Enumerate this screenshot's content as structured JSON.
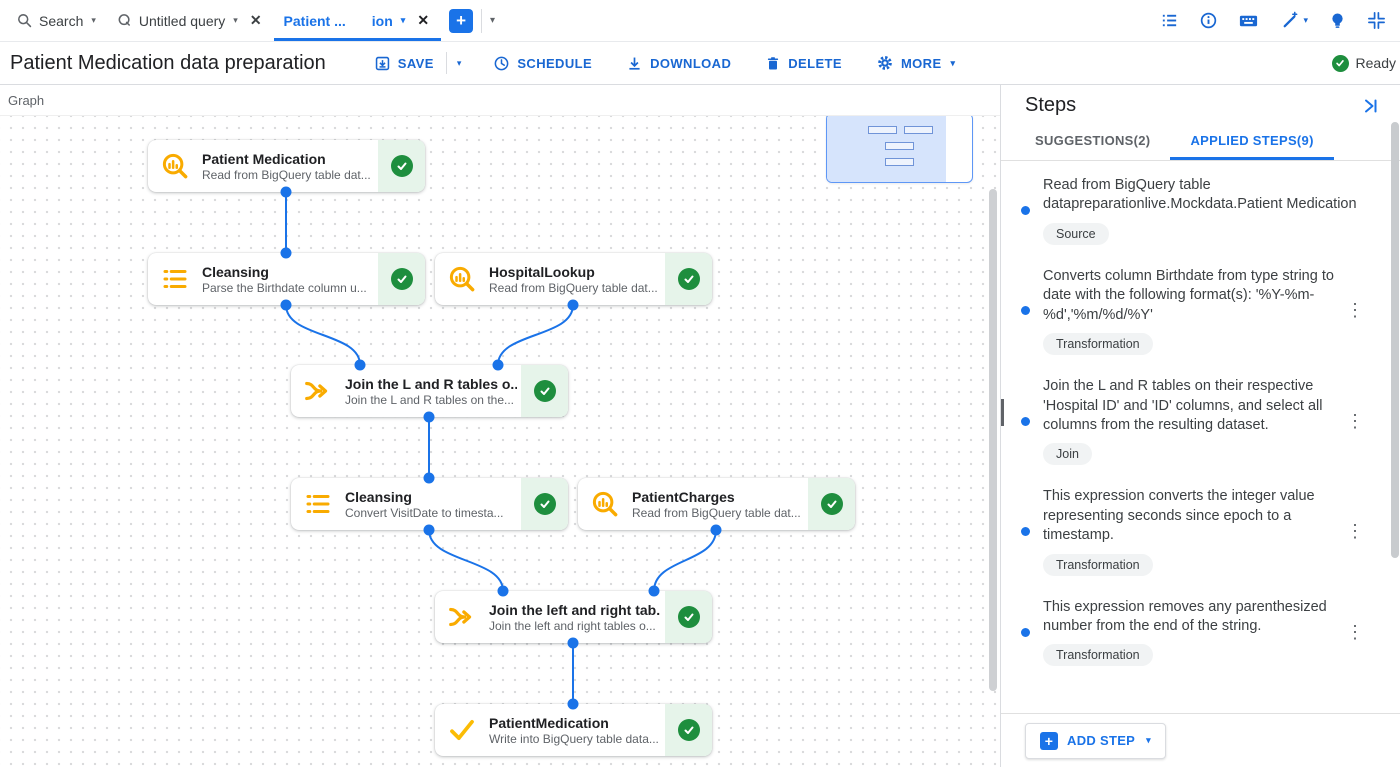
{
  "colors": {
    "accent_blue": "#1a73e8",
    "action_blue": "#1967d2",
    "success_green": "#1e8e3e",
    "success_bg": "#e6f4ea",
    "node_icon_yellow": "#f9ab00",
    "badge_bg": "#f1f3f4",
    "border_gray": "#dadce0",
    "minimap_fill": "#d6e4fc"
  },
  "tab_bar": {
    "search_label": "Search",
    "untitled_tab_label": "Untitled query",
    "active_tab_label_start": "Patient ...",
    "active_tab_label_end": "ion",
    "right_icons": [
      "list-icon",
      "info-icon",
      "keyboard-icon",
      "magic-pen-icon",
      "lightbulb-icon",
      "compress-icon"
    ]
  },
  "header": {
    "title": "Patient Medication data preparation",
    "save_label": "SAVE",
    "schedule_label": "SCHEDULE",
    "download_label": "DOWNLOAD",
    "delete_label": "DELETE",
    "more_label": "MORE",
    "status": "Ready"
  },
  "graph": {
    "toolbar_label": "Graph",
    "nodes": [
      {
        "title": "Patient Medication",
        "subtitle": "Read from BigQuery table dat...",
        "icon": "bigquery-source-icon",
        "status": "success"
      },
      {
        "title": "Cleansing",
        "subtitle": "Parse the Birthdate column u...",
        "icon": "cleansing-list-icon",
        "status": "success"
      },
      {
        "title": "HospitalLookup",
        "subtitle": "Read from BigQuery table dat...",
        "icon": "bigquery-source-icon",
        "status": "success"
      },
      {
        "title": "Join the L and R tables o...",
        "subtitle": "Join the L and R tables on the...",
        "icon": "join-arrow-icon",
        "status": "success"
      },
      {
        "title": "Cleansing",
        "subtitle": "Convert VisitDate to timesta...",
        "icon": "cleansing-list-icon",
        "status": "success"
      },
      {
        "title": "PatientCharges",
        "subtitle": "Read from BigQuery table dat...",
        "icon": "bigquery-source-icon",
        "status": "success"
      },
      {
        "title": "Join the left and right tab...",
        "subtitle": "Join the left and right tables o...",
        "icon": "join-arrow-icon",
        "status": "success"
      },
      {
        "title": "PatientMedication",
        "subtitle": "Write into BigQuery table data...",
        "icon": "output-check-icon",
        "status": "success"
      }
    ]
  },
  "steps_panel": {
    "title": "Steps",
    "tabs": [
      {
        "label": "SUGGESTIONS(2)",
        "active": false
      },
      {
        "label": "APPLIED STEPS(9)",
        "active": true
      }
    ],
    "steps": [
      {
        "text": "Read from BigQuery table datapreparationlive.Mockdata.Patient Medication",
        "badge": "Source",
        "has_menu": false
      },
      {
        "text": "Converts column Birthdate from type string to date with the following format(s): '%Y-%m-%d','%m/%d/%Y'",
        "badge": "Transformation",
        "has_menu": true
      },
      {
        "text": "Join the L and R tables on their respective 'Hospital ID' and 'ID' columns, and select all columns from the resulting dataset.",
        "badge": "Join",
        "has_menu": true
      },
      {
        "text": "This expression converts the integer value representing seconds since epoch to a timestamp.",
        "badge": "Transformation",
        "has_menu": true
      },
      {
        "text": "This expression removes any parenthesized number from the end of the string.",
        "badge": "Transformation",
        "has_menu": true
      }
    ],
    "add_step_label": "ADD STEP",
    "menu_glyph": "⋮"
  }
}
